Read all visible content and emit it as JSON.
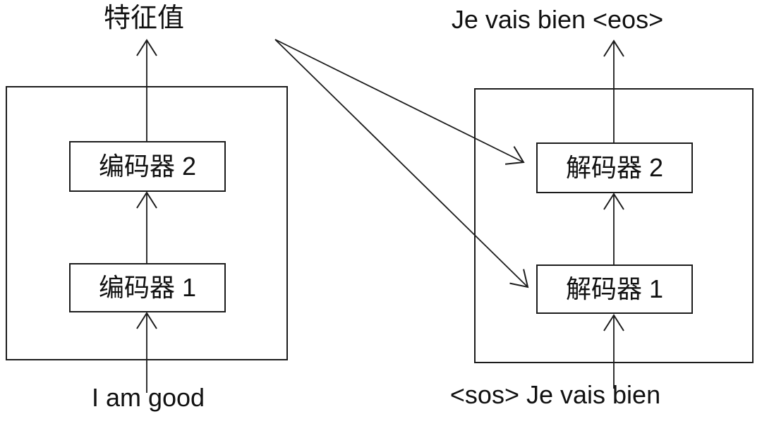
{
  "diagram": {
    "encoder": {
      "output_label": "特征值",
      "input_label": "I am good",
      "block1_label": "编码器 1",
      "block2_label": "编码器 2"
    },
    "decoder": {
      "output_label": "Je vais bien <eos>",
      "input_label": "<sos> Je vais bien",
      "block1_label": "解码器 1",
      "block2_label": "解码器 2"
    },
    "colors": {
      "line": "#1c1c1c",
      "background": "#ffffff",
      "text": "#111111"
    }
  }
}
